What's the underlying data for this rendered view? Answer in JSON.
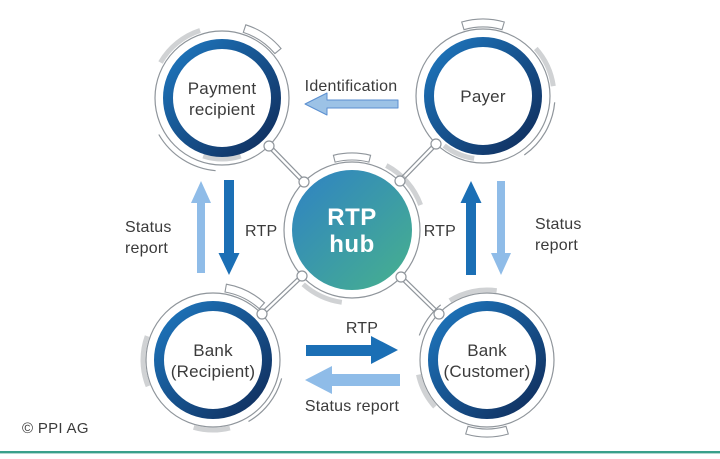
{
  "diagram": {
    "hub": {
      "line1": "RTP",
      "line2": "hub"
    },
    "nodes": {
      "payment_recipient": {
        "line1": "Payment",
        "line2": "recipient"
      },
      "payer": {
        "line1": "Payer"
      },
      "bank_recipient": {
        "line1": "Bank",
        "line2": "(Recipient)"
      },
      "bank_customer": {
        "line1": "Bank",
        "line2": "(Customer)"
      }
    },
    "flows": {
      "identification": "Identification",
      "left_status_line1": "Status",
      "left_status_line2": "report",
      "left_rtp": "RTP",
      "right_rtp": "RTP",
      "right_status_line1": "Status",
      "right_status_line2": "report",
      "bottom_rtp": "RTP",
      "bottom_status": "Status report"
    }
  },
  "footer": {
    "copyright": "© PPI AG"
  },
  "colors": {
    "dark_arrow": "#1b6fb5",
    "light_arrow": "#8fbce8",
    "identification_fill": "#9cc2e6",
    "identification_stroke": "#5b8fd0",
    "ring_gradient_start": "#1e78c0",
    "ring_gradient_end": "#102c5a",
    "hub_gradient_start": "#2f82c4",
    "hub_gradient_end": "#47b18d",
    "outline_gray": "#8f959b",
    "arc_gray": "#d0d2d4",
    "text": "#3b3b3b",
    "footer_line": "#3aa08b"
  }
}
